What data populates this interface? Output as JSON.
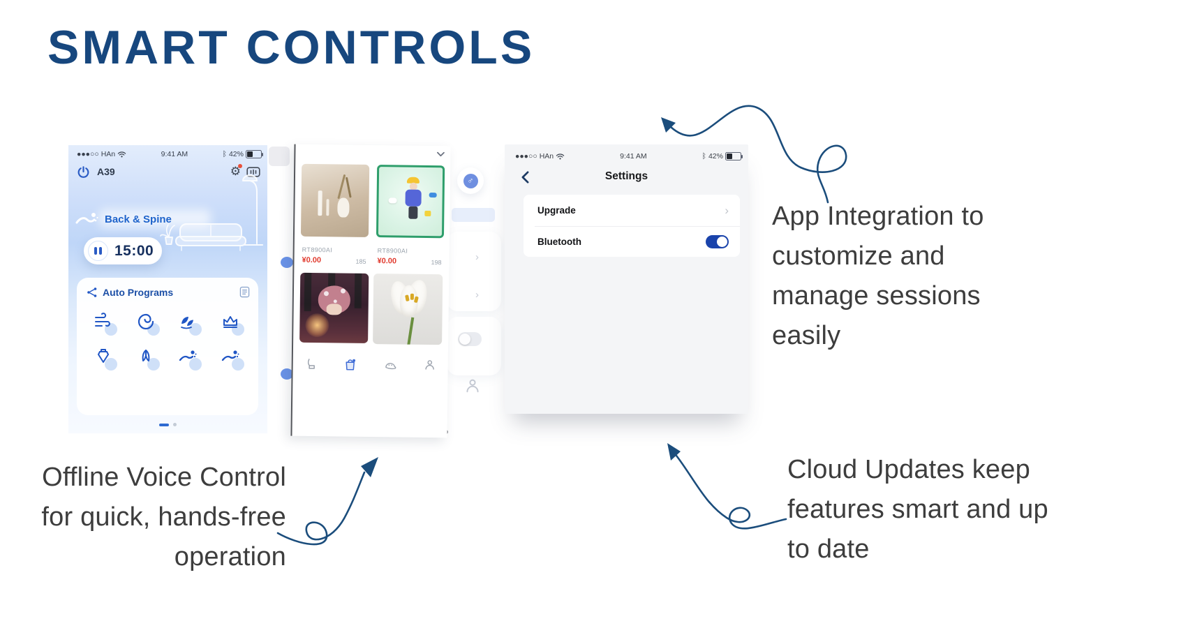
{
  "title": "SMART CONTROLS",
  "colors": {
    "title_navy": "#17477e",
    "arrow_navy": "#1b4d7c",
    "annotation_gray": "#3d3d3d",
    "accent_blue": "#2056c5",
    "toggle_on_blue": "#1a43ab",
    "price_red": "#e0382c"
  },
  "phone1": {
    "status": {
      "signal": "●●●○○",
      "carrier": "HAn",
      "time": "9:41 AM",
      "bluetooth": "ᛒ",
      "battery": "42%"
    },
    "device_id": "A39",
    "active_program": "Back & Spine",
    "timer": "15:00",
    "section_title": "Auto Programs",
    "program_icons": [
      "wind",
      "wave",
      "kneading",
      "crown",
      "cupping",
      "stretch",
      "recline-a",
      "recline-b"
    ],
    "page_indicator": {
      "pages": 2,
      "active": 1
    }
  },
  "phone2": {
    "products": [
      {
        "name": "RT8900AI",
        "price": "¥0.00",
        "count": "185"
      },
      {
        "name": "RT8900AI",
        "price": "¥0.00",
        "count": "198"
      }
    ],
    "nav_icons": [
      "massage-chair",
      "shop-bag",
      "ghost",
      "profile"
    ]
  },
  "phone3": {
    "status": {
      "signal": "●●●○○",
      "carrier": "HAn",
      "time": "9:41 AM",
      "bluetooth": "ᛒ",
      "battery": "42%"
    },
    "nav_title": "Settings",
    "rows": [
      {
        "label": "Upgrade",
        "control": "chevron"
      },
      {
        "label": "Bluetooth",
        "control": "toggle",
        "state": "on"
      }
    ]
  },
  "annotations": {
    "app_integration": {
      "lines": [
        "App Integration to",
        "customize and",
        "manage sessions",
        "easily"
      ]
    },
    "offline_voice": {
      "lines": [
        "Offline Voice Control",
        "for quick, hands-free",
        "operation"
      ]
    },
    "cloud_updates": {
      "lines": [
        "Cloud Updates keep",
        "features smart and up",
        "to date"
      ]
    }
  }
}
